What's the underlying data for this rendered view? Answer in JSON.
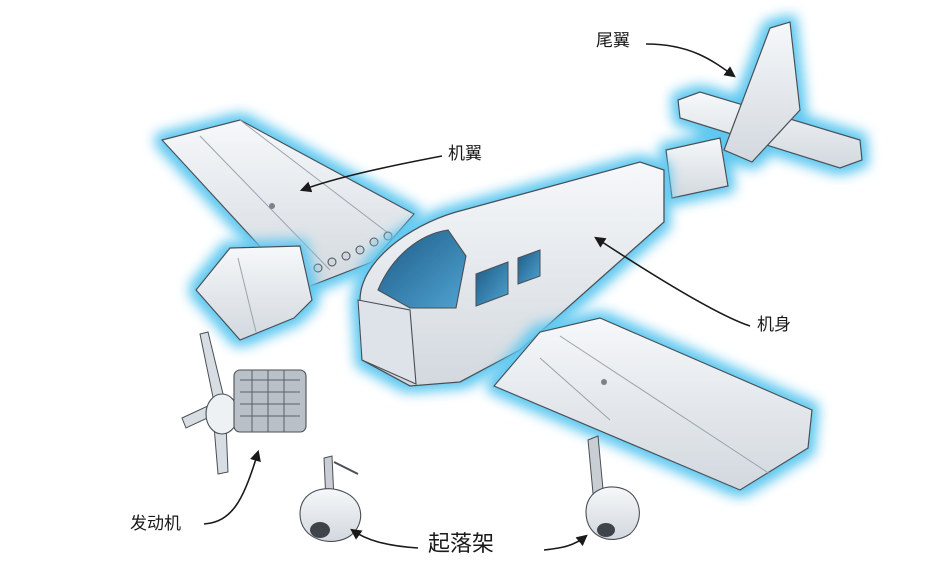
{
  "labels": {
    "tail": "尾翼",
    "wing": "机翼",
    "fuselage": "机身",
    "engine": "发动机",
    "landing_gear": "起落架"
  },
  "colors": {
    "glow": "#5fc8f0",
    "panel": "#e9edf1",
    "panel_dark": "#c9d0d7",
    "outline": "#4a4f55",
    "window": "#2b6f9e",
    "arrow": "#1a1a1a"
  }
}
